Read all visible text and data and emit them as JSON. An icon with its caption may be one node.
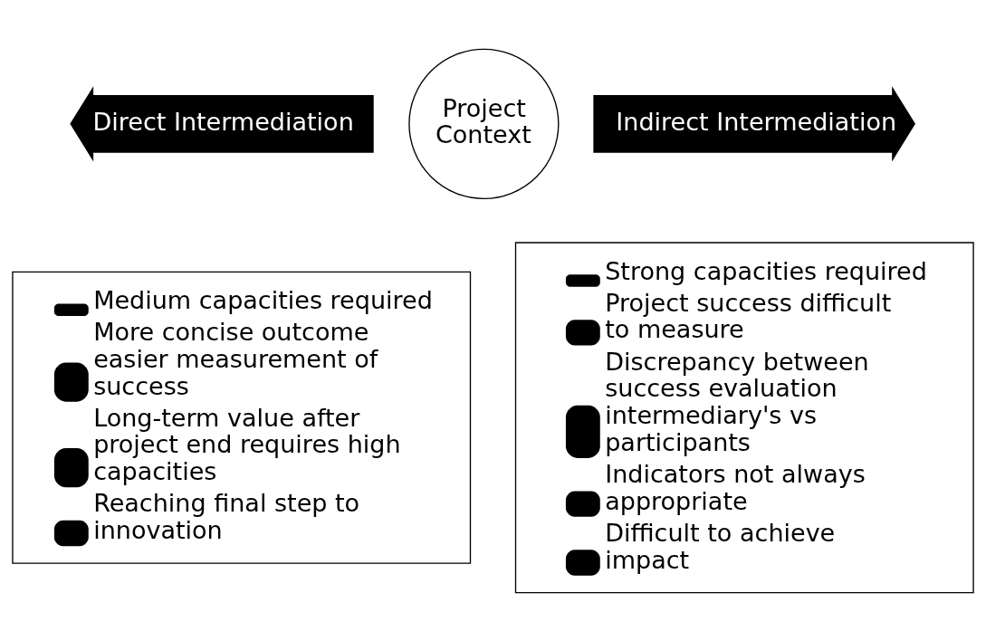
{
  "diagram": {
    "nodes": [
      {
        "text": [
          "Direct Intermediation"
        ]
      },
      {
        "text": [
          "Project Context"
        ]
      },
      {
        "text": [
          "Indirect Intermediation"
        ]
      },
      {
        "text": [
          "Medium capacities required",
          "More concise outcome easier measurement of success",
          "Long-term value after project end requires high capacities",
          "Reaching final step to innovation"
        ]
      },
      {
        "text": [
          "Strong capacities required",
          "Project success difficult to measure",
          "Discrepancy between success evaluation intermediary's vs participants",
          "Indicators not always appropriate",
          "Difficult to achieve impact"
        ]
      }
    ],
    "edges": []
  }
}
